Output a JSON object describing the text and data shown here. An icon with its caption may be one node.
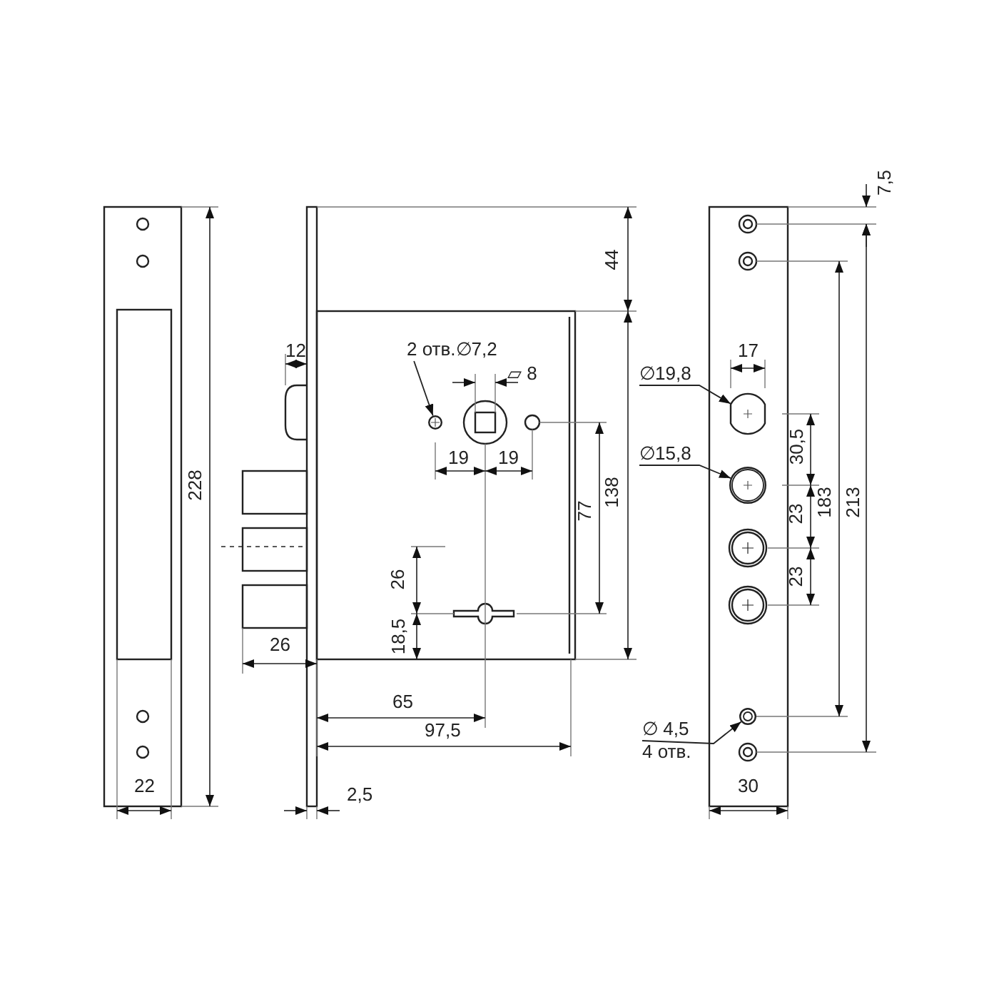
{
  "diagram": {
    "nodes": [
      {
        "text": [
          "2 отв.∅7,2"
        ]
      },
      {
        "text": [],
        "shape": "circle"
      },
      {
        "text": [
          "∅19,8"
        ]
      },
      {
        "text": [],
        "shape": "circle"
      },
      {
        "text": [
          "∅15,8"
        ]
      },
      {
        "text": [],
        "shape": "circle"
      },
      {
        "text": [
          "∅ 4,5",
          "4 отв."
        ]
      },
      {
        "text": [],
        "shape": "circle"
      }
    ],
    "edges": [
      {
        "from": 0,
        "to": 1,
        "arrow": "to"
      },
      {
        "from": 2,
        "to": 3,
        "arrow": "to"
      },
      {
        "from": 4,
        "to": 5,
        "arrow": "to"
      },
      {
        "from": 6,
        "to": 7,
        "arrow": "to"
      }
    ],
    "labels": [
      "7,5",
      "44",
      "12",
      "▱ 8",
      "17",
      "19",
      "19",
      "228",
      "30,5",
      "77",
      "138",
      "183",
      "213",
      "23",
      "26",
      "23",
      "18,5",
      "26",
      "65",
      "97,5",
      "22",
      "2,5",
      "30"
    ]
  }
}
